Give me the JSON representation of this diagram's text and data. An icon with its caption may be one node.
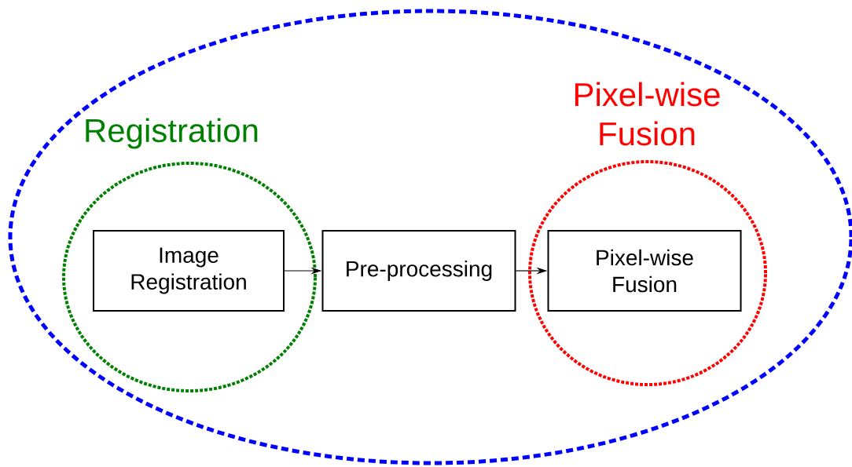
{
  "diagram": {
    "nodes": [
      {
        "text": [],
        "shape": "ellipse"
      },
      {
        "text": [
          "Registration"
        ],
        "in": 0
      },
      {
        "text": [
          "Image Registration"
        ],
        "in": 1
      },
      {
        "text": [
          "Pre-processing"
        ],
        "in": 0
      },
      {
        "text": [
          "Pixel-wise Fusion"
        ],
        "in": 0
      },
      {
        "text": [
          "Pixel-wise Fusion"
        ],
        "in": 4
      }
    ],
    "edges": [
      {
        "from": 2,
        "to": 3,
        "arrow": "to"
      },
      {
        "from": 3,
        "to": 5,
        "arrow": "to"
      }
    ]
  }
}
